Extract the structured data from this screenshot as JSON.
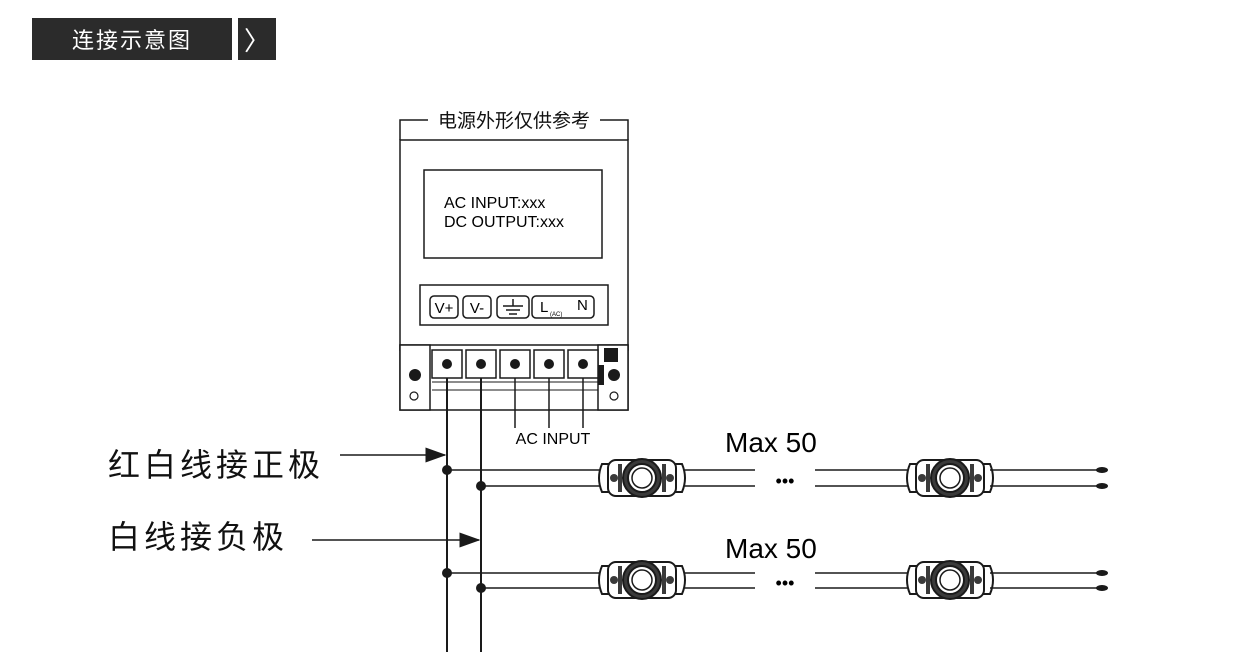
{
  "header": {
    "title": "连接示意图",
    "arrow": "〉"
  },
  "power_supply": {
    "caption": "电源外形仅供参考",
    "label_line1": "AC INPUT:xxx",
    "label_line2": "DC OUTPUT:xxx",
    "terminals": [
      "V+",
      "V-",
      "⏚",
      "L",
      "N"
    ],
    "l_subscript": "(AC)",
    "ac_input_label": "AC INPUT"
  },
  "wiring": {
    "positive_label": "红白线接正极",
    "negative_label": "白线接负极"
  },
  "rows": [
    {
      "max_label": "Max 50",
      "ellipsis": "•••"
    },
    {
      "max_label": "Max 50",
      "ellipsis": "•••"
    }
  ],
  "colors": {
    "line": "#1a1a1a",
    "header_bg": "#2b2b2b",
    "module_fill": "#3a3a3a"
  }
}
